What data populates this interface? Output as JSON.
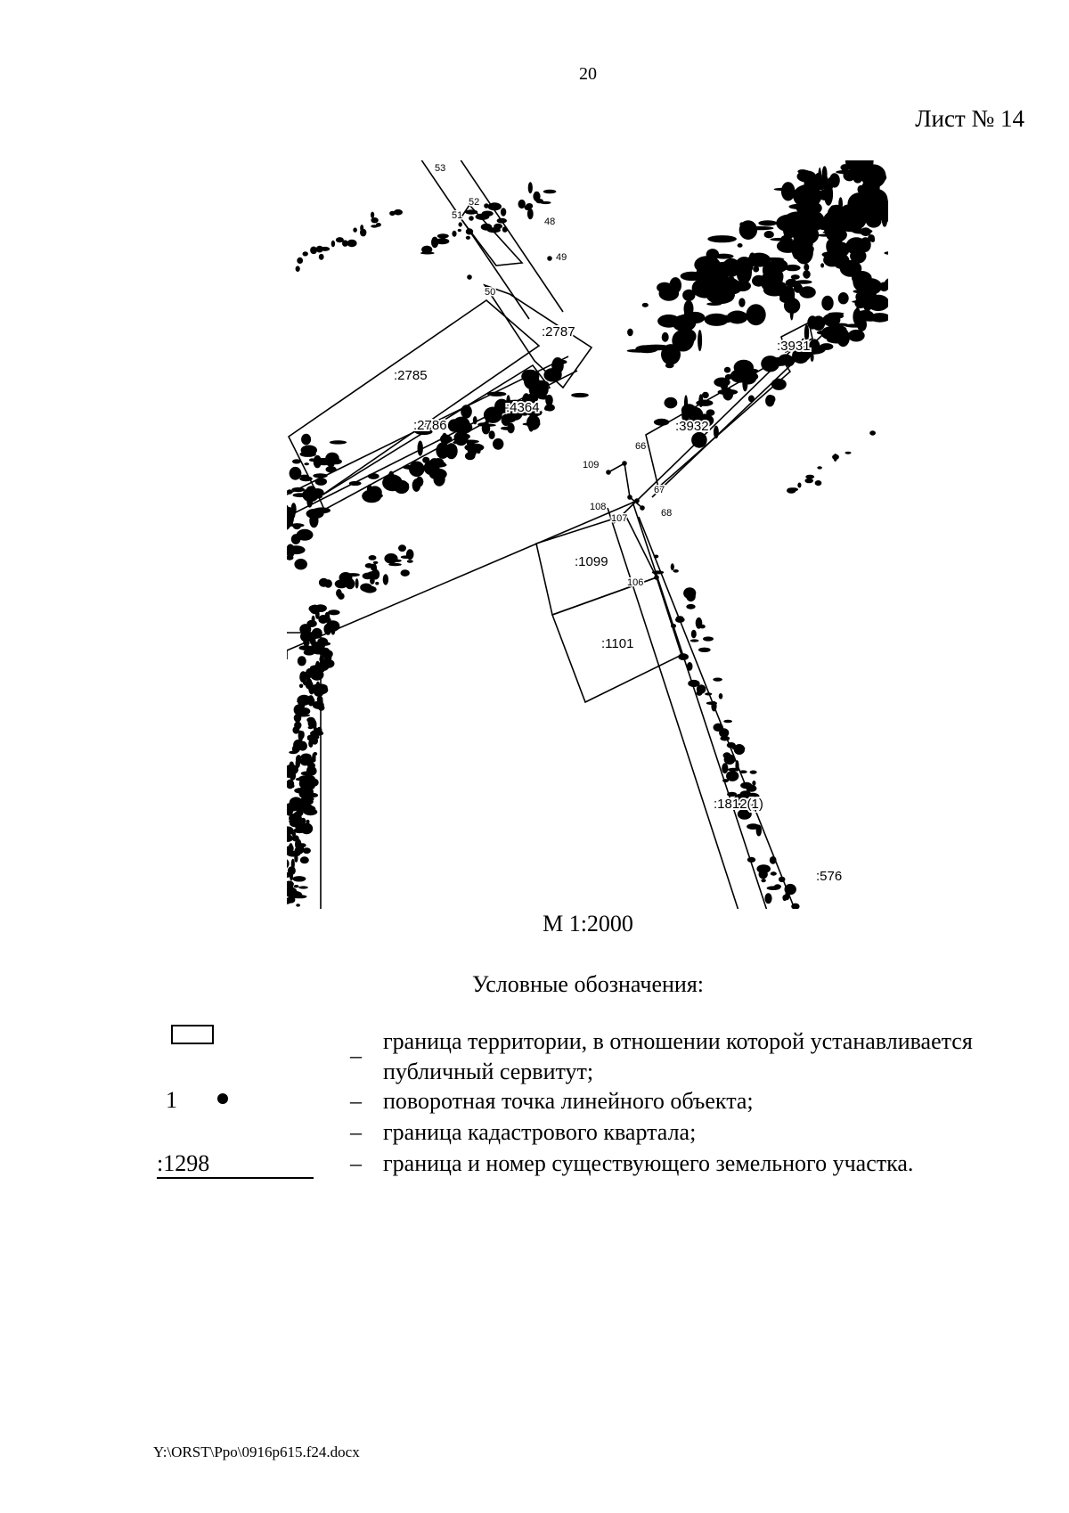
{
  "page": {
    "number": "20",
    "sheet": "Лист № 14"
  },
  "map": {
    "scale": "М 1:2000",
    "parcels": [
      ":2785",
      ":2786",
      ":2787",
      ":4364",
      ":3931",
      ":3932",
      ":1099",
      ":1101",
      ":1812(1)",
      ":576"
    ],
    "points": [
      "53",
      "52",
      "51",
      "50",
      "49",
      "48",
      "66",
      "67",
      "68",
      "106",
      "107",
      "108",
      "109"
    ]
  },
  "legend": {
    "title": "Условные обозначения:",
    "point_number": "1",
    "parcel_sample": ":1298",
    "dash": "–",
    "items": [
      "граница территории, в отношении которой устанавливается публичный сервитут;",
      "поворотная точка линейного объекта;",
      "граница кадастрового квартала;",
      "граница и номер существующего земельного участка."
    ]
  },
  "footer": {
    "path": "Y:\\ORST\\Ppo\\0916p615.f24.docx"
  }
}
